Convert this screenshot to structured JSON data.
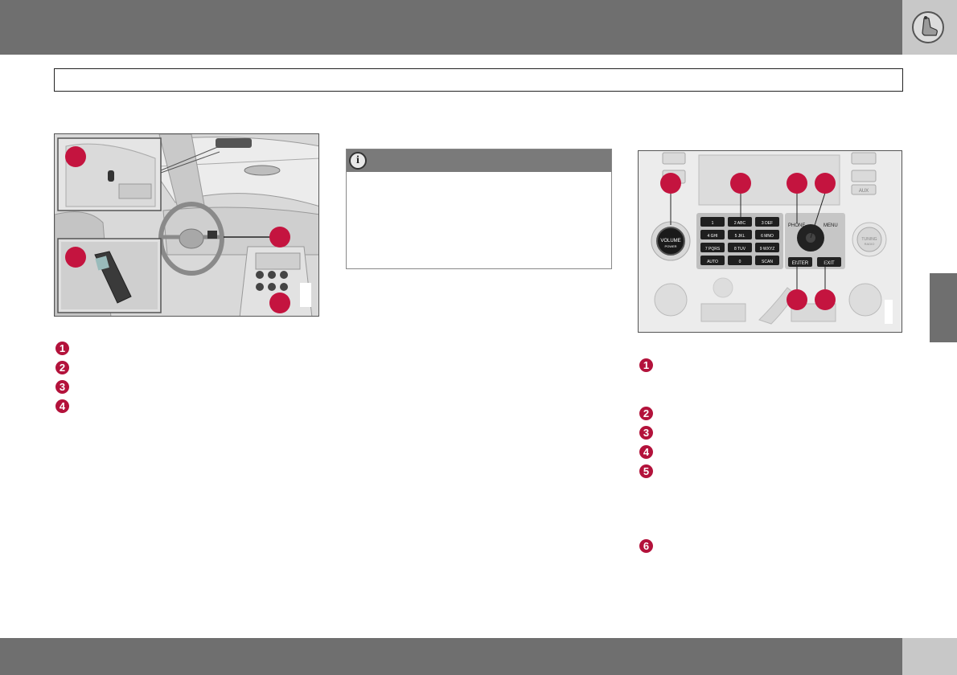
{
  "header": {
    "icon": "seat-icon"
  },
  "figure1": {
    "callout_color": "#c4143f"
  },
  "figure2": {
    "keys": [
      "1",
      "2 ABC",
      "3 DEF",
      "4 GHI",
      "5 JKL",
      "6 MNO",
      "7 PQRS",
      "8 TUV",
      "9 WXYZ",
      "AUTO",
      "0",
      "SCAN"
    ],
    "labels": {
      "volume": "VOLUME",
      "power": "POWER",
      "phone": "PHONE",
      "menu": "MENU",
      "enter": "ENTER",
      "exit": "EXIT",
      "tuning": "TUNING",
      "radio": "RADIO",
      "aux": "AUX"
    }
  },
  "note": {
    "icon": "info-icon",
    "icon_glyph": "i"
  },
  "left_list": {
    "markers": [
      "1",
      "2",
      "3",
      "4"
    ]
  },
  "right_list": {
    "markers": [
      "1",
      "2",
      "3",
      "4",
      "5",
      "6"
    ]
  }
}
